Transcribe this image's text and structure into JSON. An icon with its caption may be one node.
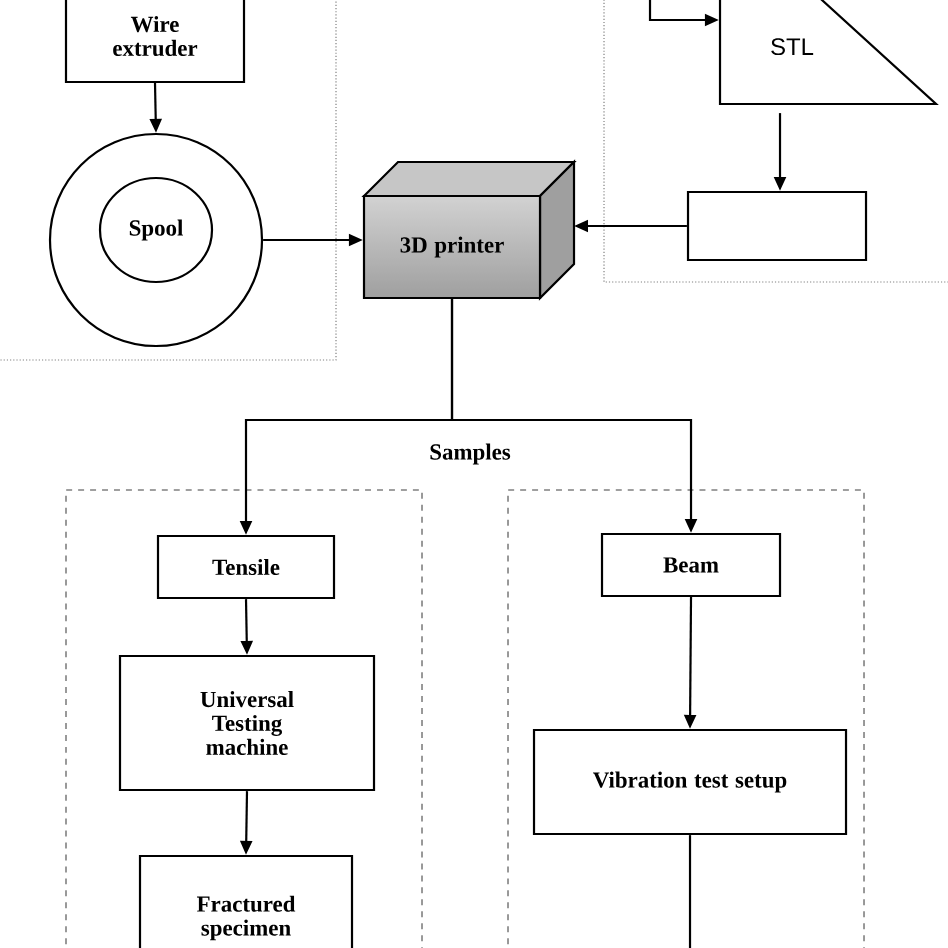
{
  "diagram": {
    "nodes": [
      {
        "text": [
          "Wire extruder"
        ]
      },
      {
        "text": [],
        "shape": "circle"
      },
      {
        "text": [
          "Spool"
        ],
        "in": 1
      },
      {
        "text": [
          "STL"
        ]
      },
      {
        "text": [],
        "shape": "box"
      },
      {
        "text": [
          "3D printer"
        ]
      },
      {
        "text": [
          "Tensile"
        ]
      },
      {
        "text": [
          "Universal Testing machine"
        ]
      },
      {
        "text": [
          "Fractured specimen"
        ]
      },
      {
        "text": [
          "Beam"
        ]
      },
      {
        "text": [
          "Vibration test setup"
        ]
      }
    ],
    "edges": [
      {
        "from": 0,
        "to": 1,
        "arrow": "to"
      },
      {
        "from": 1,
        "to": 5,
        "arrow": "to"
      },
      {
        "from": null,
        "to": 3,
        "arrow": "to"
      },
      {
        "from": 3,
        "to": 4,
        "arrow": "to"
      },
      {
        "from": 4,
        "to": 5,
        "arrow": "to"
      },
      {
        "from": 5,
        "to": 6,
        "arrow": "to"
      },
      {
        "from": 5,
        "to": 9,
        "arrow": "to"
      },
      {
        "from": 6,
        "to": 7,
        "arrow": "to"
      },
      {
        "from": 7,
        "to": 8,
        "arrow": "to"
      },
      {
        "from": 9,
        "to": 10,
        "arrow": "to"
      },
      {
        "from": 10,
        "to": null,
        "arrow": "none"
      }
    ],
    "labels": [
      "Samples"
    ]
  }
}
